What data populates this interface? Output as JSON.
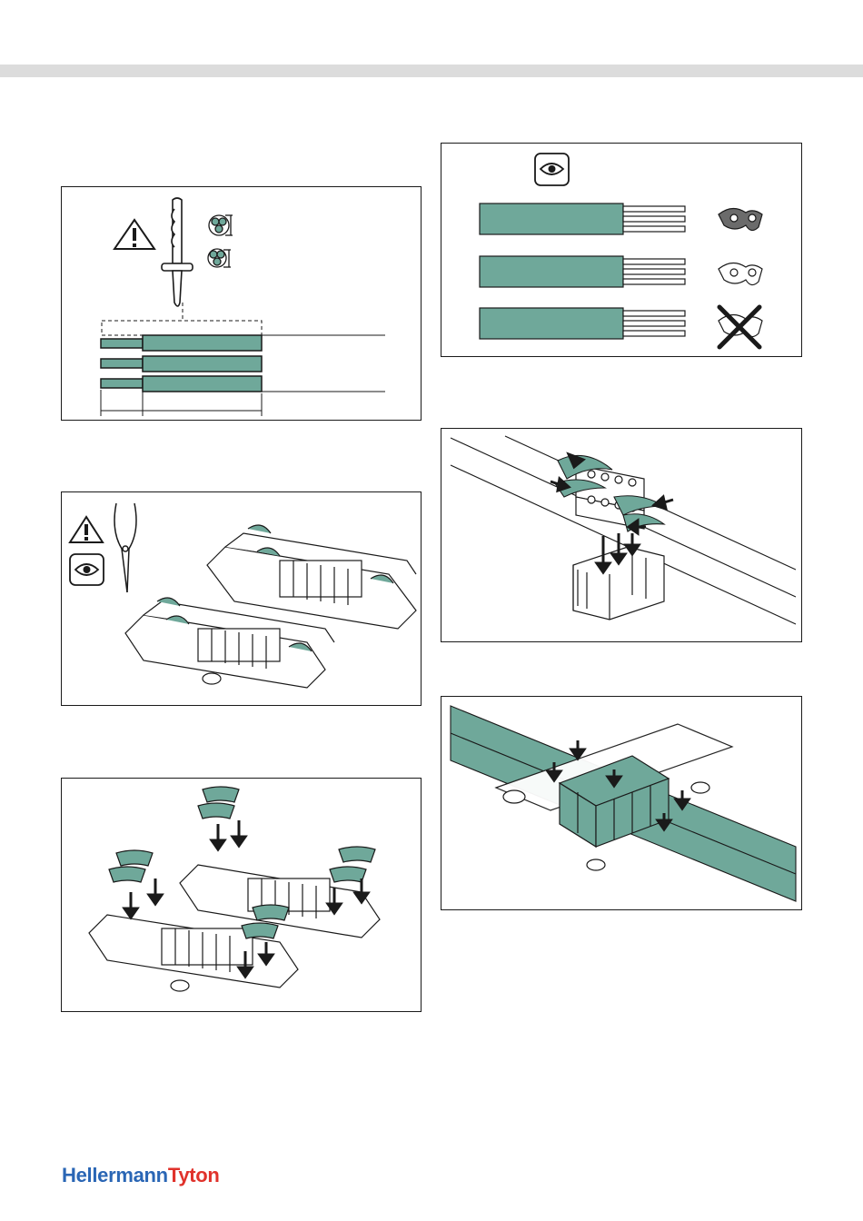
{
  "colors": {
    "teal": "#6fa89a",
    "outline": "#1a1a1a",
    "band": "#dcdcdc",
    "brand_blue": "#2a66b5",
    "brand_red": "#e0322b"
  },
  "icons": {
    "warning": "warning-triangle-icon",
    "eye": "eye-icon",
    "knife": "knife-icon",
    "pliers": "pliers-icon",
    "arrow": "arrow-down-icon",
    "cross": "cross-icon"
  },
  "steps": [
    {
      "name": "step-1-strip-cable"
    },
    {
      "name": "step-2-open-housing"
    },
    {
      "name": "step-3-insert-inserts"
    },
    {
      "name": "step-4-select-insert"
    },
    {
      "name": "step-5-connect-cores"
    },
    {
      "name": "step-6-close-housing"
    }
  ],
  "footer": {
    "brand_part1": "Hellermann",
    "brand_part2": "Tyton"
  }
}
